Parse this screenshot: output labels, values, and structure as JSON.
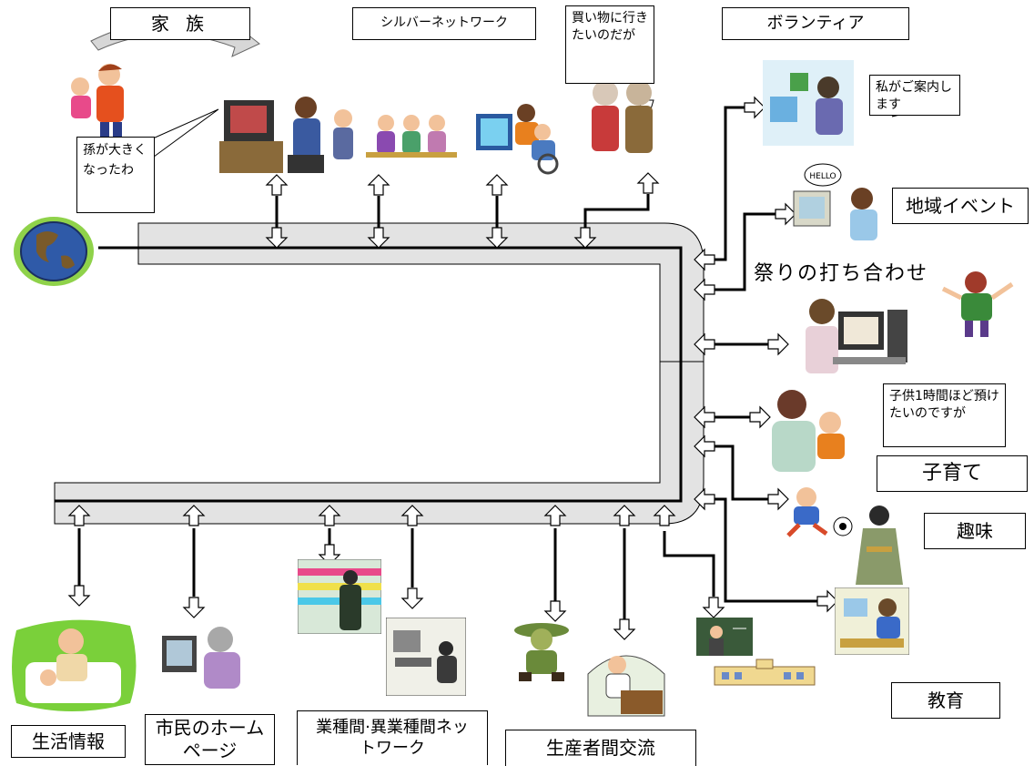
{
  "labels": {
    "family": "家 族",
    "silver_network": "シルバーネットワーク",
    "shopping_bubble": "買い物に行きたいのだが",
    "volunteer": "ボランティア",
    "guide_bubble": "私がご案内します",
    "grandchild_bubble": "孫が大きくなったわ",
    "local_event": "地域イベント",
    "festival_meeting": "祭りの打ち合わせ",
    "childcare_bubble": "子供1時間ほど預けたいのですが",
    "childcare": "子育て",
    "hobby": "趣味",
    "education": "教育",
    "life_info": "生活情報",
    "citizen_homepage": "市民のホームページ",
    "industry_network": "業種間·異業種間ネットワーク",
    "producer_exchange": "生産者間交流"
  },
  "colors": {
    "network_fill": "#e3e3e3",
    "network_line": "#000000",
    "globe_ocean": "#2f5aa8",
    "globe_land": "#7a5a2a",
    "globe_glow": "#8fd24a",
    "accent_green": "#7ad03a"
  },
  "icons": [
    "globe-icon",
    "up-down-arrow-icon"
  ]
}
